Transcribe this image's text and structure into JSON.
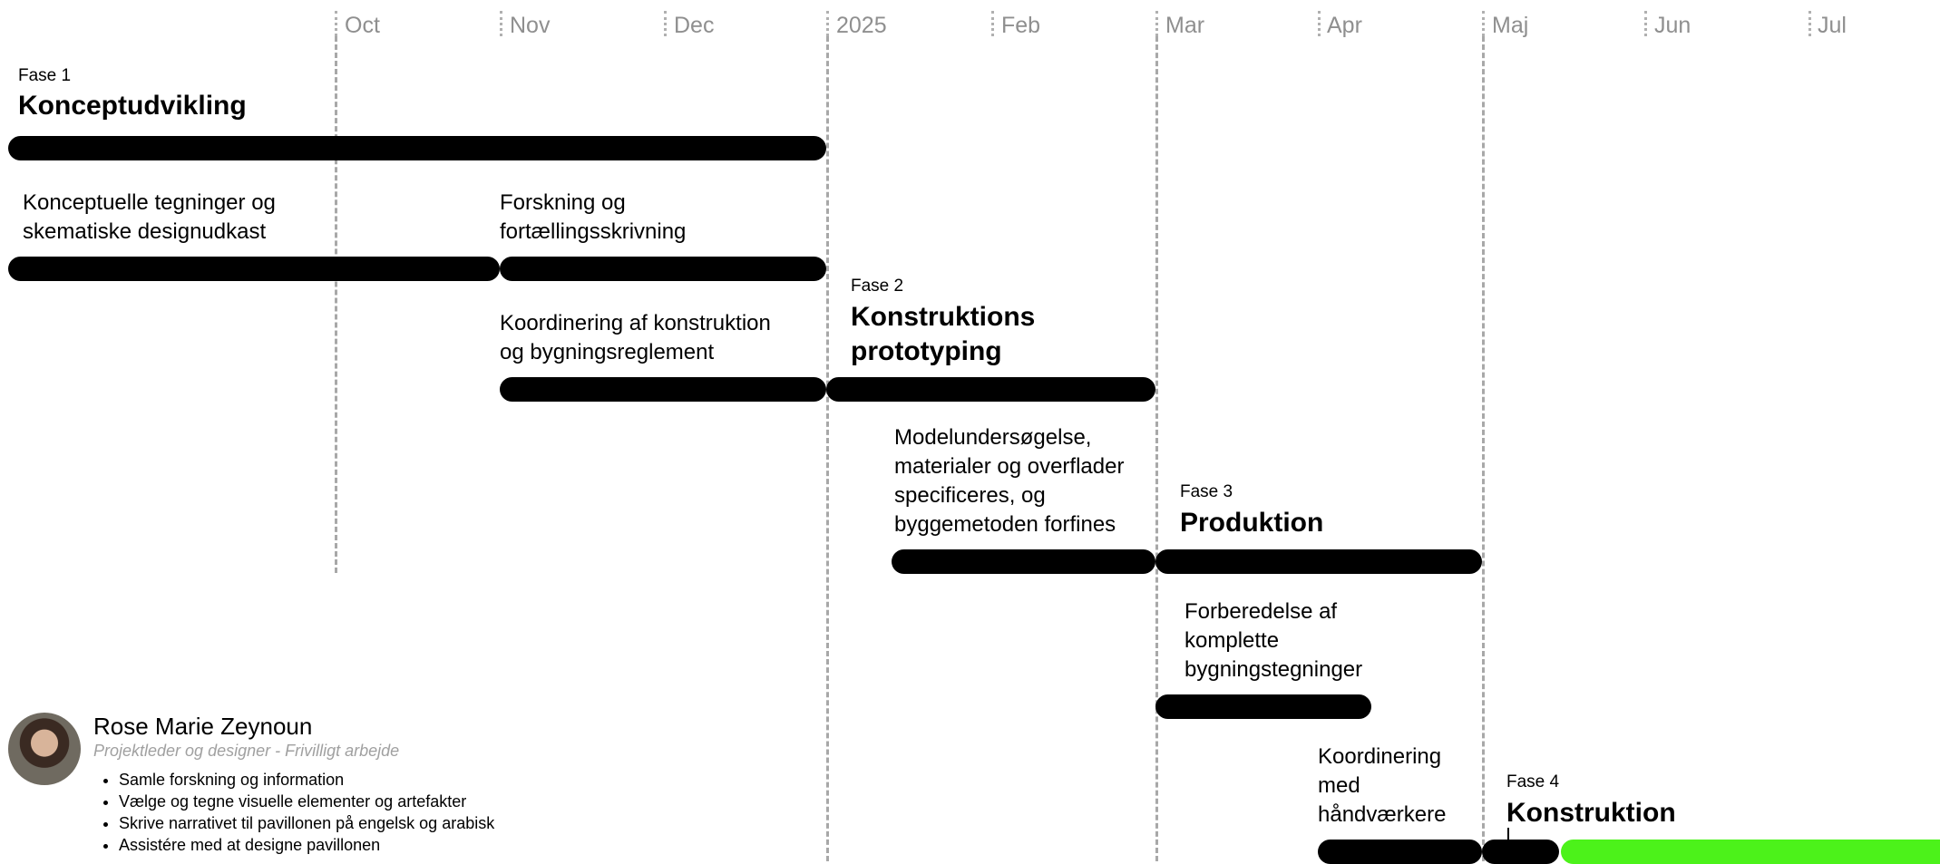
{
  "months": [
    "Oct",
    "Nov",
    "Dec",
    "2025",
    "Feb",
    "Mar",
    "Apr",
    "Maj",
    "Jun",
    "Jul"
  ],
  "phases": [
    {
      "label": "Fase 1",
      "title": "Konceptudvikling"
    },
    {
      "label": "Fase 2",
      "title_line1": "Konstruktions",
      "title_line2": "prototyping"
    },
    {
      "label": "Fase 3",
      "title": "Produktion"
    },
    {
      "label": "Fase 4",
      "title": "Konstruktion"
    }
  ],
  "tasks": [
    {
      "line1": "Konceptuelle tegninger og",
      "line2": "skematiske designudkast"
    },
    {
      "line1": "Forskning og",
      "line2": "fortællingsskrivning"
    },
    {
      "line1": "Koordinering af konstruktion",
      "line2": "og bygningsreglement"
    },
    {
      "line1": "Modelundersøgelse,",
      "line2": "materialer og overflader",
      "line3": "specificeres, og",
      "line4": "byggemetoden forfines"
    },
    {
      "line1": "Forberedelse af",
      "line2": "komplette",
      "line3": "bygningstegninger"
    },
    {
      "line1": "Koordinering",
      "line2": "med",
      "line3": "håndværkere"
    }
  ],
  "person": {
    "name": "Rose Marie Zeynoun",
    "role": "Projektleder og designer - Frivilligt arbejde",
    "duties": [
      "Samle forskning og information",
      "Vælge og tegne visuelle elementer og artefakter",
      "Skrive narrativet til pavillonen på engelsk og arabisk",
      "Assistére med at designe pavillonen"
    ]
  },
  "colors": {
    "bar": "#000000",
    "current_phase_bar": "#4cf21a",
    "grid": "#a8a8a8",
    "month_text": "#8f8f8f"
  }
}
